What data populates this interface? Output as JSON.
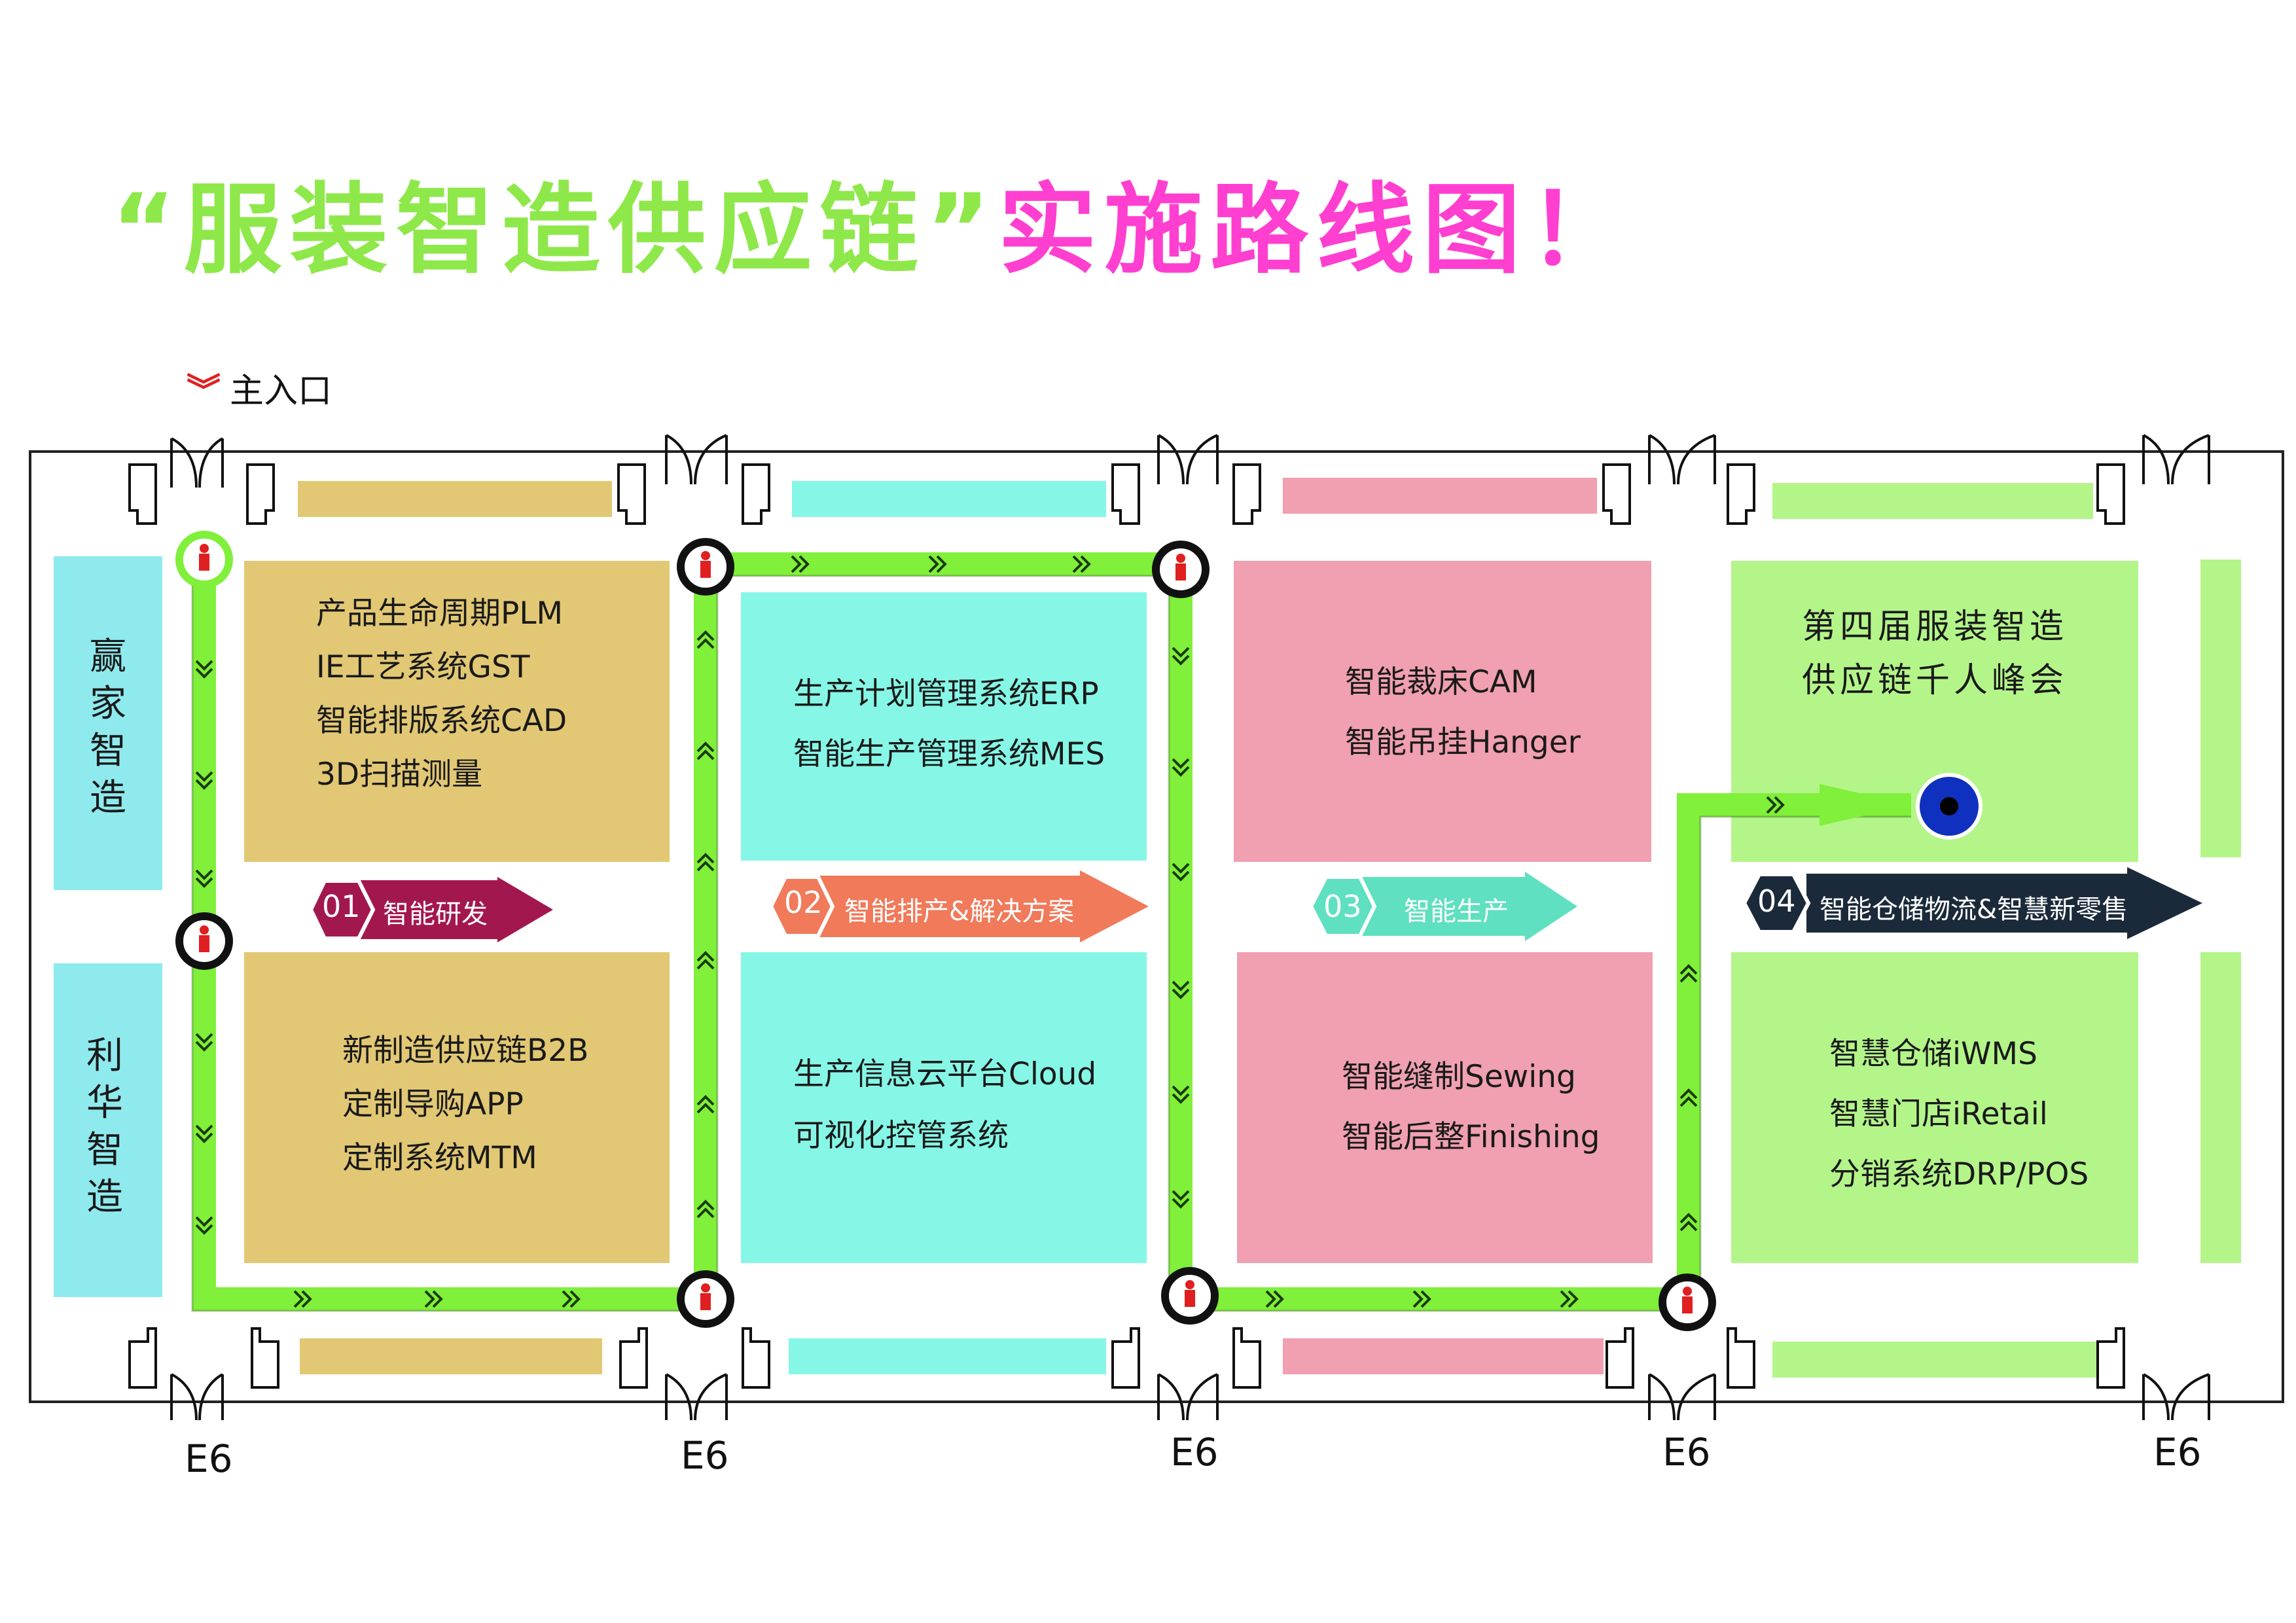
{
  "title": {
    "part1": "“服装智造供应链”",
    "part2": "实施路线图！"
  },
  "entrance": {
    "label": "主入口"
  },
  "side_labels": {
    "top": "赢家智造",
    "bottom": "利华智造"
  },
  "blocks": [
    {
      "lines": [
        "产品生命周期PLM",
        "IE工艺系统GST",
        "智能排版系统CAD",
        "3D扫描测量"
      ]
    },
    {
      "lines": [
        "新制造供应链B2B",
        "定制导购APP",
        "定制系统MTM"
      ]
    },
    {
      "lines": [
        "生产计划管理系统ERP",
        "智能生产管理系统MES"
      ]
    },
    {
      "lines": [
        "生产信息云平台Cloud",
        "可视化控管系统"
      ]
    },
    {
      "lines": [
        "智能裁床CAM",
        "智能吊挂Hanger"
      ]
    },
    {
      "lines": [
        "智能缝制Sewing",
        "智能后整Finishing"
      ]
    },
    {
      "lines": [
        "第四届服装智造",
        "供应链千人峰会"
      ]
    },
    {
      "lines": [
        "智慧仓储iWMS",
        "智慧门店iRetail",
        "分销系统DRP/POS"
      ]
    }
  ],
  "zones": [
    {
      "num": "01",
      "label": "智能研发",
      "color": "#a3174f"
    },
    {
      "num": "02",
      "label": "智能排产&解决方案",
      "color": "#f07a5a"
    },
    {
      "num": "03",
      "label": "智能生产",
      "color": "#5fe0c0"
    },
    {
      "num": "04",
      "label": "智能仓储物流&智慧新零售",
      "color": "#1b2a3a"
    }
  ],
  "gates": [
    "E6",
    "E6",
    "E6",
    "E6",
    "E6"
  ],
  "colors": {
    "zone1": "#e2c874",
    "zone2": "#86f7e6",
    "zone3": "#f0a0b0",
    "zone4": "#b4f58a",
    "side": "#8feaee",
    "path": "#80f03a",
    "person": "#e02020",
    "destination": "#1030c0"
  }
}
